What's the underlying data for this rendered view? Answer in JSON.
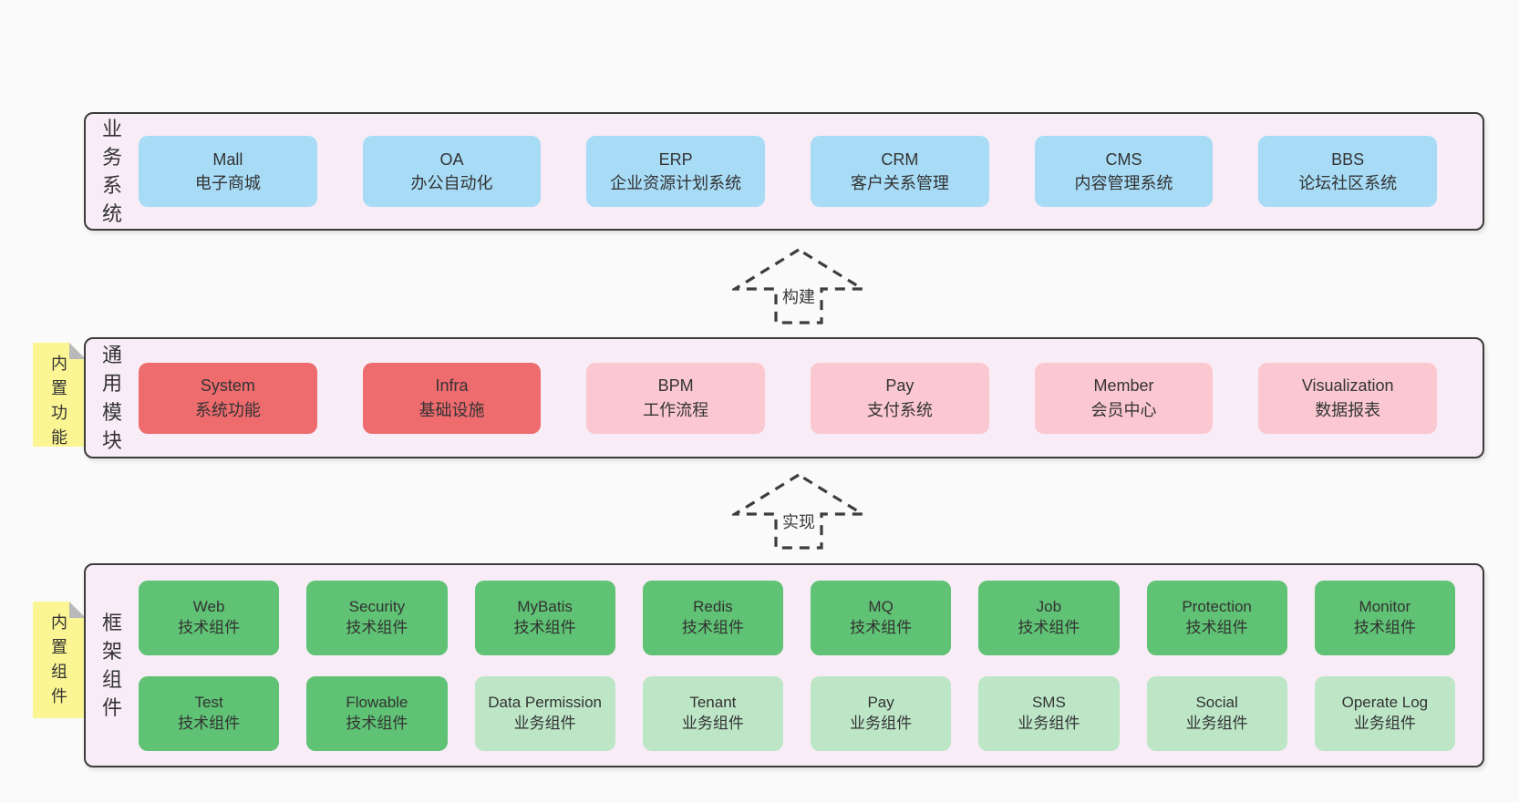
{
  "page": {
    "background": "#fafafa"
  },
  "colors": {
    "container_bg": "#f8edf6",
    "container_border": "#3c3c3c",
    "box_blue": "#a7dbf6",
    "box_red": "#ee6b6e",
    "box_pink": "#fbc8d2",
    "box_green": "#5fc274",
    "box_light_green": "#bde6c7",
    "tab_yellow": "#fbf593",
    "fold_gray": "#b9b9b9",
    "text": "#333333"
  },
  "arrows": [
    {
      "label": "构建"
    },
    {
      "label": "实现"
    }
  ],
  "sections": [
    {
      "label": "业务系统",
      "boxes": [
        {
          "title": "Mall",
          "subtitle": "电子商城",
          "variant": "blue"
        },
        {
          "title": "OA",
          "subtitle": "办公自动化",
          "variant": "blue"
        },
        {
          "title": "ERP",
          "subtitle": "企业资源计划系统",
          "variant": "blue"
        },
        {
          "title": "CRM",
          "subtitle": "客户关系管理",
          "variant": "blue"
        },
        {
          "title": "CMS",
          "subtitle": "内容管理系统",
          "variant": "blue"
        },
        {
          "title": "BBS",
          "subtitle": "论坛社区系统",
          "variant": "blue"
        }
      ]
    },
    {
      "label": "通用模块",
      "tab": "内置功能",
      "boxes": [
        {
          "title": "System",
          "subtitle": "系统功能",
          "variant": "red"
        },
        {
          "title": "Infra",
          "subtitle": "基础设施",
          "variant": "red"
        },
        {
          "title": "BPM",
          "subtitle": "工作流程",
          "variant": "pink"
        },
        {
          "title": "Pay",
          "subtitle": "支付系统",
          "variant": "pink"
        },
        {
          "title": "Member",
          "subtitle": "会员中心",
          "variant": "pink"
        },
        {
          "title": "Visualization",
          "subtitle": "数据报表",
          "variant": "pink"
        }
      ]
    },
    {
      "label": "框架组件",
      "tab": "内置组件",
      "rows": [
        [
          {
            "title": "Web",
            "subtitle": "技术组件",
            "variant": "green"
          },
          {
            "title": "Security",
            "subtitle": "技术组件",
            "variant": "green"
          },
          {
            "title": "MyBatis",
            "subtitle": "技术组件",
            "variant": "green"
          },
          {
            "title": "Redis",
            "subtitle": "技术组件",
            "variant": "green"
          },
          {
            "title": "MQ",
            "subtitle": "技术组件",
            "variant": "green"
          },
          {
            "title": "Job",
            "subtitle": "技术组件",
            "variant": "green"
          },
          {
            "title": "Protection",
            "subtitle": "技术组件",
            "variant": "green"
          },
          {
            "title": "Monitor",
            "subtitle": "技术组件",
            "variant": "green"
          }
        ],
        [
          {
            "title": "Test",
            "subtitle": "技术组件",
            "variant": "green"
          },
          {
            "title": "Flowable",
            "subtitle": "技术组件",
            "variant": "green"
          },
          {
            "title": "Data Permission",
            "subtitle": "业务组件",
            "variant": "lightgreen"
          },
          {
            "title": "Tenant",
            "subtitle": "业务组件",
            "variant": "lightgreen"
          },
          {
            "title": "Pay",
            "subtitle": "业务组件",
            "variant": "lightgreen"
          },
          {
            "title": "SMS",
            "subtitle": "业务组件",
            "variant": "lightgreen"
          },
          {
            "title": "Social",
            "subtitle": "业务组件",
            "variant": "lightgreen"
          },
          {
            "title": "Operate Log",
            "subtitle": "业务组件",
            "variant": "lightgreen"
          }
        ]
      ]
    }
  ]
}
